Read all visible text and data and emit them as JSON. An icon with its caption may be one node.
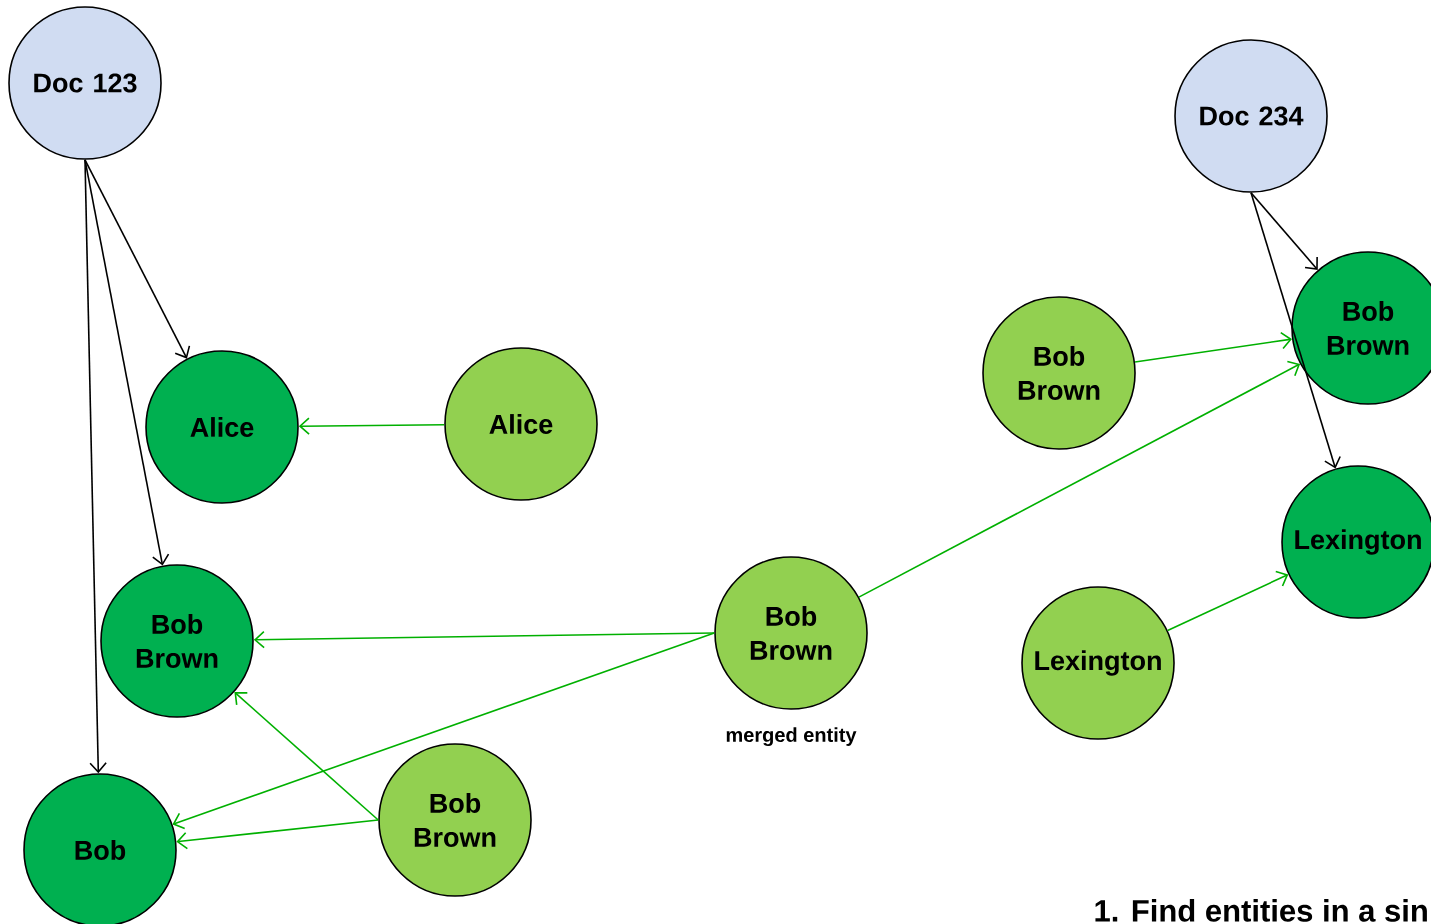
{
  "diagram": {
    "nodes": [
      {
        "text": [
          "Doc 123"
        ]
      },
      {
        "text": [
          "Alice"
        ]
      },
      {
        "text": [
          "Alice"
        ]
      },
      {
        "text": [
          "Bob Brown"
        ]
      },
      {
        "text": [
          "Bob Brown"
        ]
      },
      {
        "text": [
          "Bob"
        ]
      },
      {
        "text": [
          "Bob Brown"
        ],
        "beside": [
          "merged entity"
        ]
      },
      {
        "text": [
          "Doc 234"
        ]
      },
      {
        "text": [
          "Bob Brown"
        ]
      },
      {
        "text": [
          "Bob Brown"
        ]
      },
      {
        "text": [
          "Lexington"
        ]
      },
      {
        "text": [
          "Lexington"
        ]
      }
    ],
    "edges": [
      {
        "from": 0,
        "to": 1,
        "arrow": "to",
        "color": "#000000"
      },
      {
        "from": 0,
        "to": 3,
        "arrow": "to",
        "color": "#000000"
      },
      {
        "from": 0,
        "to": 5,
        "arrow": "to",
        "color": "#000000"
      },
      {
        "from": 2,
        "to": 1,
        "arrow": "to"
      },
      {
        "from": 6,
        "to": 3,
        "arrow": "to"
      },
      {
        "from": 4,
        "to": 3,
        "arrow": "to"
      },
      {
        "from": 6,
        "to": 5,
        "arrow": "to"
      },
      {
        "from": 4,
        "to": 5,
        "arrow": "to"
      },
      {
        "from": 6,
        "to": 9,
        "arrow": "to"
      },
      {
        "from": 7,
        "to": 9,
        "arrow": "to",
        "color": "#000000"
      },
      {
        "from": 7,
        "to": 10,
        "arrow": "to",
        "color": "#000000"
      },
      {
        "from": 8,
        "to": 9,
        "arrow": "to"
      },
      {
        "from": 11,
        "to": 10,
        "arrow": "to"
      }
    ],
    "labels": [
      "1. Find entities in a sin"
    ]
  }
}
